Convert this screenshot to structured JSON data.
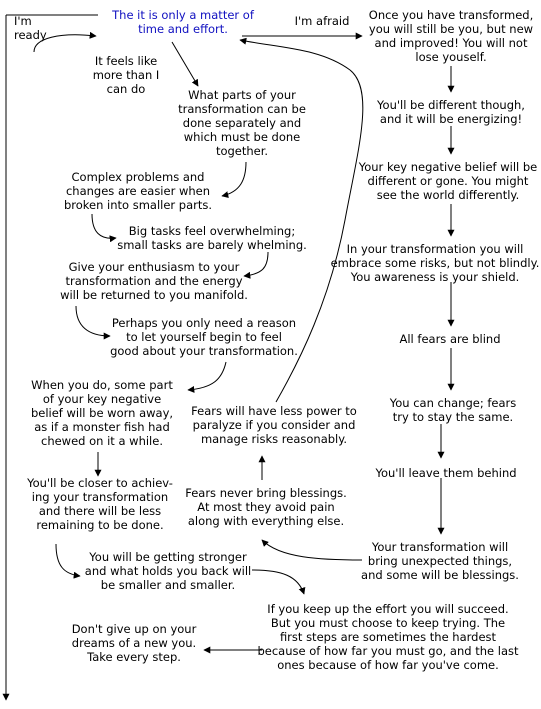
{
  "diagram": {
    "nodes": {
      "ready": "I'm\nready",
      "start": "The it is only a matter of\ntime and effort.",
      "afraid": "I'm afraid",
      "still_you": "Once you have transformed,\nyou will still be you, but new\nand improved! You will not\nlose youself.",
      "different": "You'll be different though,\nand it will be energizing!",
      "belief_gone": "Your key negative belief will be\ndifferent or gone. You might\nsee the world differently.",
      "risks": "In your transformation you will\nembrace some risks, but not blindly.\nYou awareness is your shield.",
      "fears_blind": "All fears are blind",
      "can_change": "You can change; fears\ntry to stay the same.",
      "leave_behind": "You'll leave them behind",
      "unexpected": "Your transformation will\nbring unexpected things,\nand some will be blessings.",
      "keep_effort": "If you keep up the effort you will succeed.\nBut you must choose to keep trying.  The\nfirst steps are sometimes the hardest\nbecause of how far you must go, and the last\nones because of how far you've come.",
      "dont_give_up": "Don't give up on your\ndreams of a new you.\nTake every step.",
      "stronger": "You will be getting stronger\nand what holds you back will\nbe smaller and smaller.",
      "closer": "You'll be closer to achiev-\ning your transformation\nand there will be less\nremaining to be done.",
      "monster": "When you do, some part\nof your key negative\nbelief will be worn away,\nas if a monster fish had\nchewed on it a while.",
      "less_power": "Fears will have less power to\nparalyze if you consider and\nmanage risks reasonably.",
      "never_bless": "Fears never bring blessings.\nAt most they avoid pain\nalong with everything else.",
      "feels_more": "It feels like\nmore than I\ncan do",
      "parts": "What parts of your\ntransformation can be\ndone separately and\nwhich must be done\ntogether.",
      "complex": "Complex problems and\nchanges are easier when\nbroken into smaller parts.",
      "big_tasks": "Big tasks feel overwhelming;\nsmall tasks are barely whelming.",
      "enthusiasm": "Give your enthusiasm to your\ntransformation and the energy\nwill be returned to you manifold.",
      "reason": "Perhaps you only need a reason\nto let yourself begin to feel\ngood about your transformation."
    },
    "colors": {
      "highlight_text": "#1010c0",
      "text": "#000000",
      "line": "#000000"
    }
  }
}
